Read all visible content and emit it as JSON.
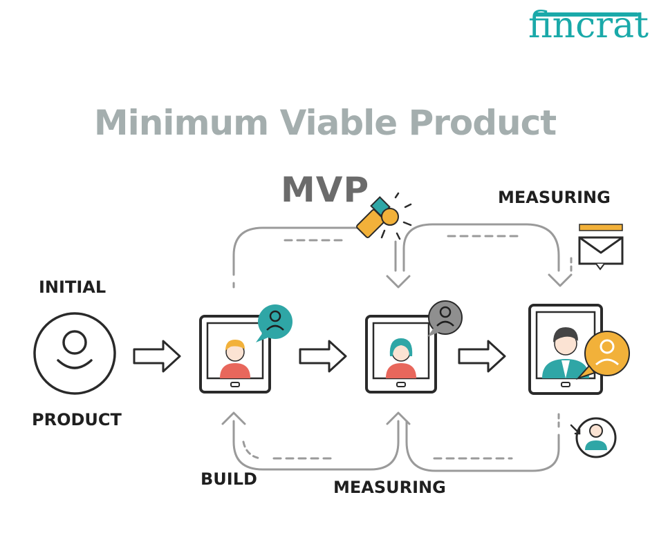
{
  "brand": {
    "logo_text": "fincrat",
    "color": "#1aa9a9"
  },
  "title": "Minimum Viable Product",
  "labels": {
    "mvp": "MVP",
    "initial": "INITIAL",
    "product": "PRODUCT",
    "measuring_top": "MEASURING",
    "build": "BUILD",
    "measuring_bottom": "MEASURING"
  },
  "colors": {
    "title": "#a4aeae",
    "line": "#9a9a9a",
    "stroke": "#2a2a2a",
    "teal": "#2fa6a6",
    "orange": "#f2b13a",
    "salmon": "#e8675c",
    "gray_badge": "#8f8f8f"
  },
  "icons": [
    "user-circle-icon",
    "arrow-right-icon",
    "tablet-icon",
    "chat-user-icon",
    "wrench-icon",
    "envelope-icon",
    "user-badge-icon"
  ]
}
